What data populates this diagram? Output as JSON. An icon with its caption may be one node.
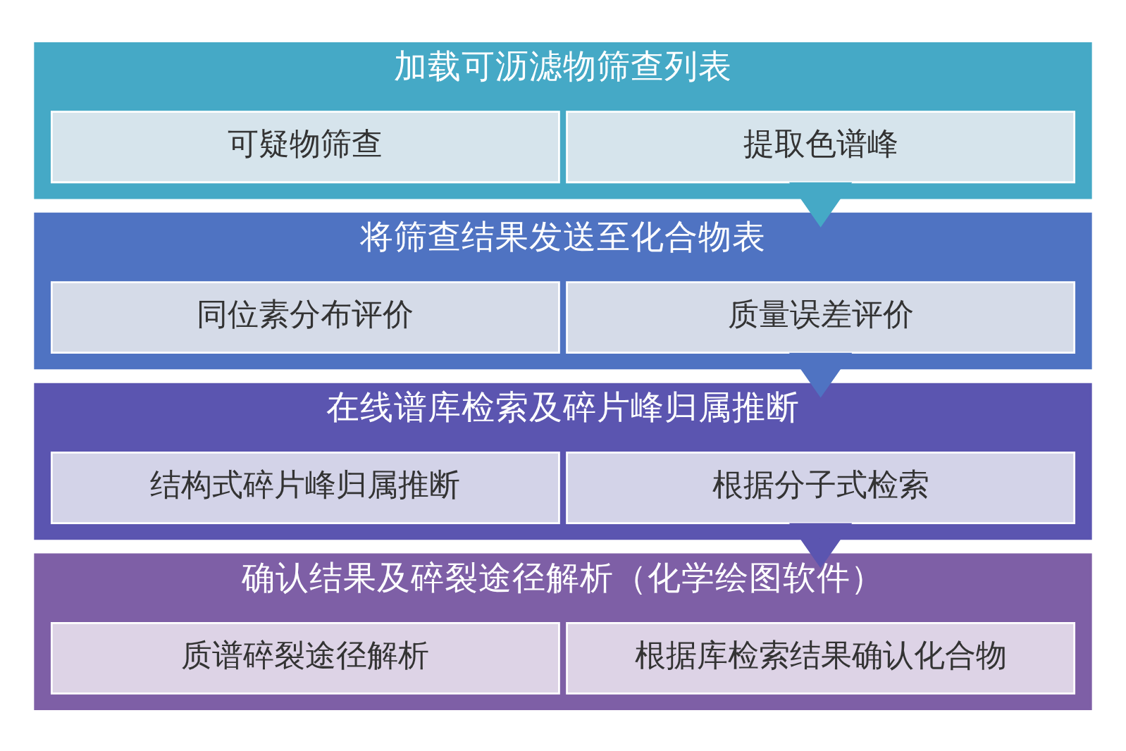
{
  "diagram": {
    "nodes": [
      {
        "text": [
          "加载可沥滤物筛查列表"
        ]
      },
      {
        "text": [
          "提取色谱峰"
        ],
        "in": 0
      },
      {
        "text": [
          "可疑物筛查"
        ],
        "in": 0
      },
      {
        "text": [
          "将筛查结果发送至化合物表"
        ]
      },
      {
        "text": [
          "质量误差评价"
        ],
        "in": 3
      },
      {
        "text": [
          "同位素分布评价"
        ],
        "in": 3
      },
      {
        "text": [
          "在线谱库检索及碎片峰归属推断"
        ]
      },
      {
        "text": [
          "根据分子式检索"
        ],
        "in": 6
      },
      {
        "text": [
          "结构式碎片峰归属推断"
        ],
        "in": 6
      },
      {
        "text": [
          "确认结果及碎裂途径解析（化学绘图软件）"
        ]
      },
      {
        "text": [
          "根据库检索结果确认化合物"
        ],
        "in": 9
      },
      {
        "text": [
          "质谱碎裂途径解析"
        ],
        "in": 9
      }
    ],
    "edges": [
      {
        "from": 0,
        "to": 3,
        "arrow": "to",
        "style": "thick",
        "color": "#45a9c6"
      },
      {
        "from": 3,
        "to": 6,
        "arrow": "to",
        "style": "thick",
        "color": "#4f73c2"
      },
      {
        "from": 6,
        "to": 9,
        "arrow": "to",
        "style": "thick",
        "color": "#5b55b0"
      }
    ]
  }
}
